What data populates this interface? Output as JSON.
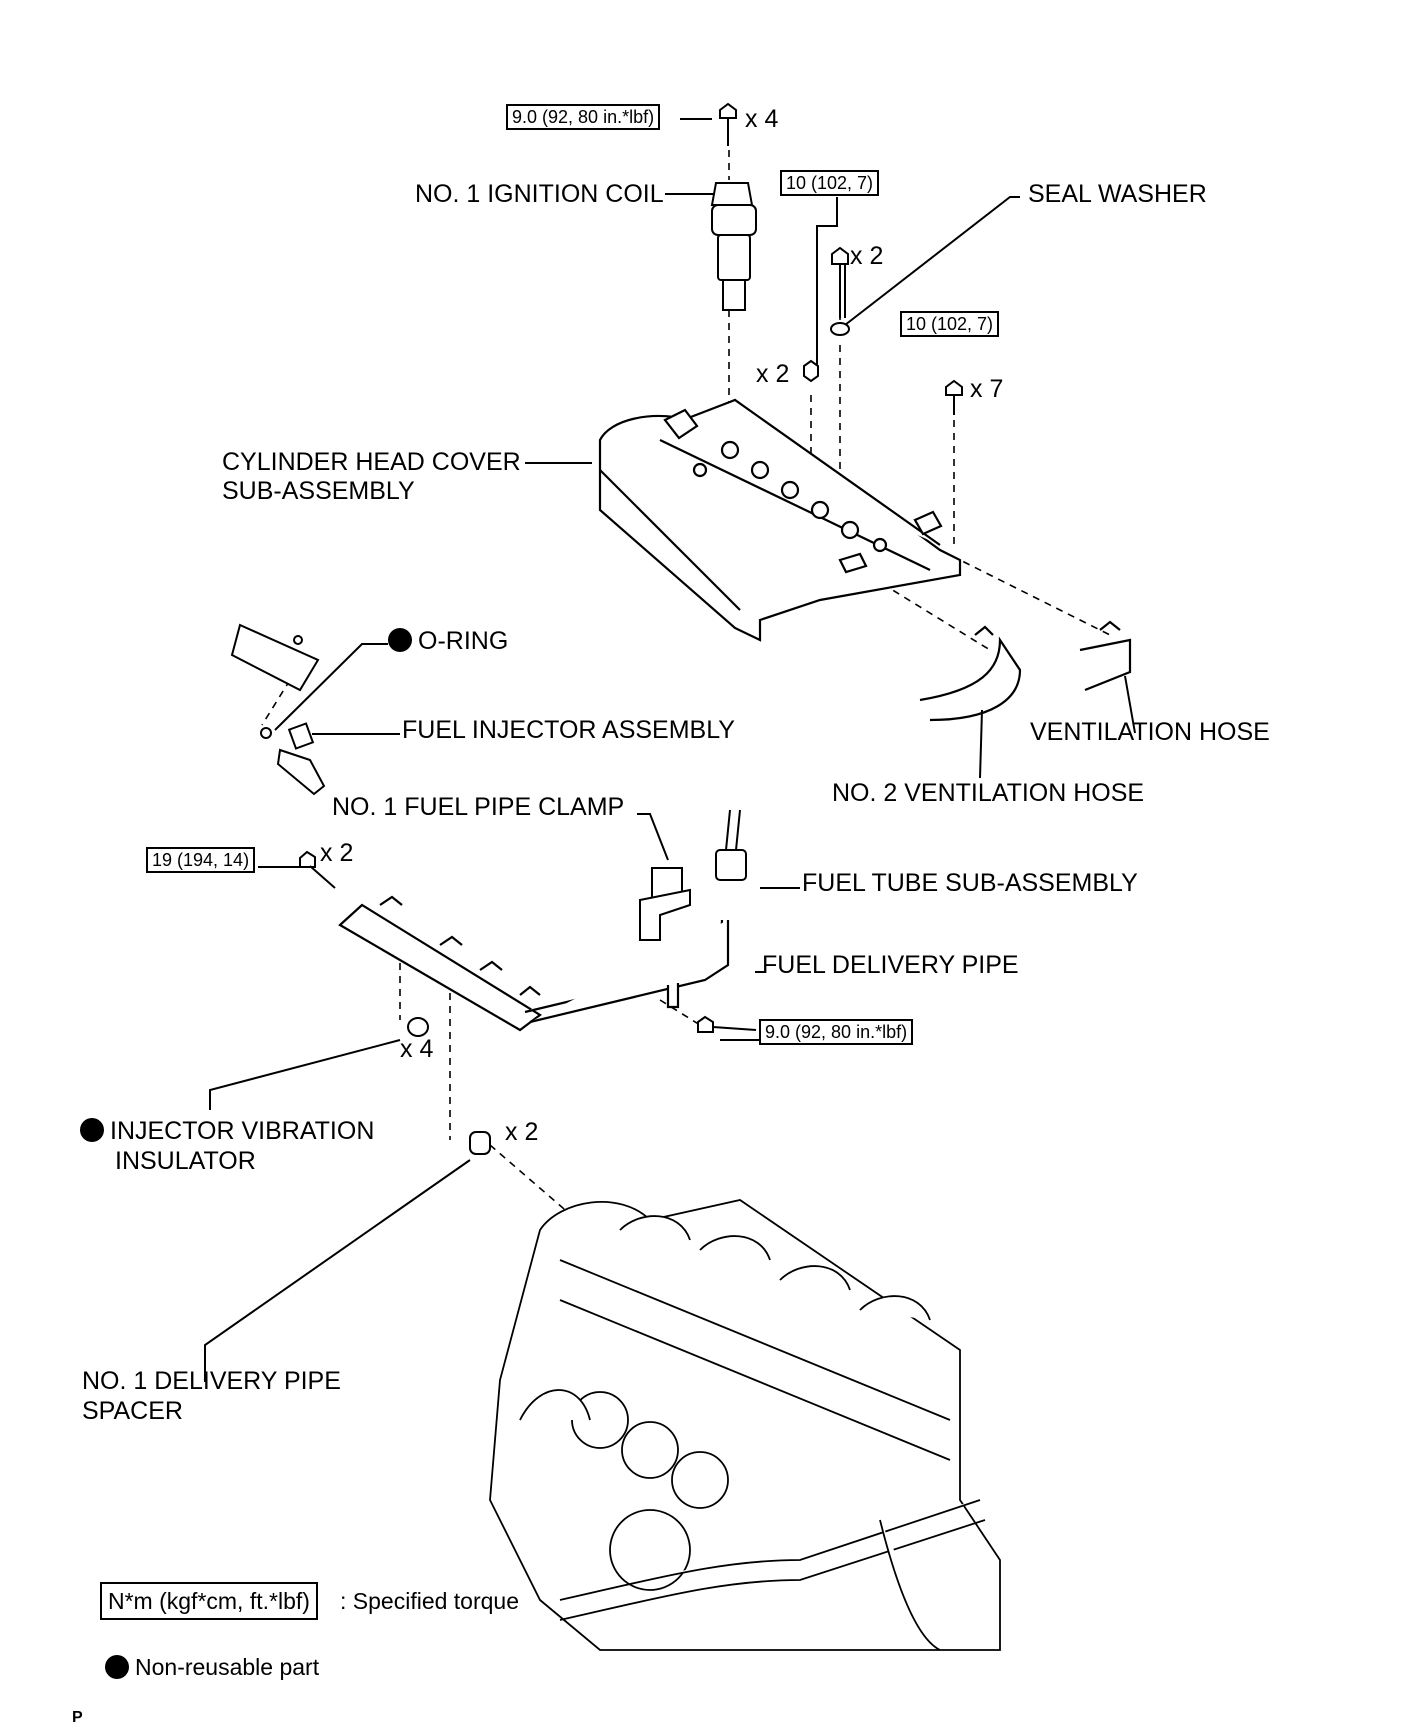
{
  "torque": {
    "coil_bolt": "9.0 (92, 80 in.*lbf)",
    "seal_bolt": "10 (102, 7)",
    "cover_bolt": "10 (102, 7)",
    "pipe_bolt": "19 (194, 14)",
    "clamp_bolt": "9.0 (92, 80 in.*lbf)"
  },
  "qty": {
    "coil": "x 4",
    "seal_bolt": "x 2",
    "nut": "x 2",
    "cover": "x 7",
    "pipe_bolt": "x 2",
    "insulator": "x 4",
    "spacer": "x 2"
  },
  "parts": {
    "ignition_coil": "NO. 1 IGNITION COIL",
    "seal_washer": "SEAL WASHER",
    "head_cover_1": "CYLINDER HEAD COVER",
    "head_cover_2": "SUB-ASSEMBLY",
    "o_ring": "O-RING",
    "injector": "FUEL INJECTOR ASSEMBLY",
    "ventilation_hose": "VENTILATION HOSE",
    "no2_ventilation_hose": "NO. 2 VENTILATION HOSE",
    "pipe_clamp": "NO. 1 FUEL PIPE CLAMP",
    "fuel_tube": "FUEL TUBE SUB-ASSEMBLY",
    "delivery_pipe": "FUEL DELIVERY PIPE",
    "insulator_1": "INJECTOR VIBRATION",
    "insulator_2": "INSULATOR",
    "spacer_1": "NO. 1 DELIVERY PIPE",
    "spacer_2": "SPACER"
  },
  "legend": {
    "torque_unit": "N*m (kgf*cm, ft.*lbf)",
    "torque_text": ": Specified torque",
    "nonreusable_text": "Non-reusable part"
  },
  "footer_code": "P"
}
